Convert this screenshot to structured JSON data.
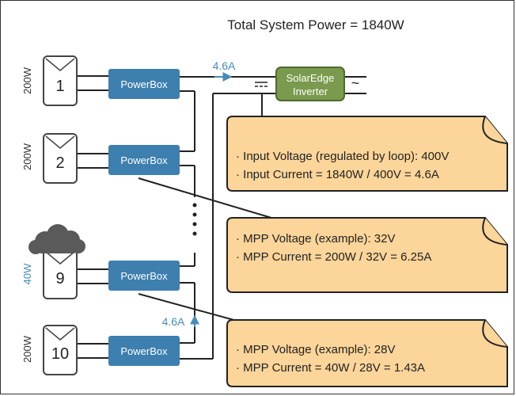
{
  "title": "Total System Power = 1840W",
  "panels": [
    {
      "number": "1",
      "power": "200W",
      "power_color": "#333333",
      "icon": "sun-icon"
    },
    {
      "number": "2",
      "power": "200W",
      "power_color": "#333333",
      "icon": "sun-icon"
    },
    {
      "number": "9",
      "power": "40W",
      "power_color": "#4a8ab8",
      "icon": "cloud-icon"
    },
    {
      "number": "10",
      "power": "200W",
      "power_color": "#333333",
      "icon": "sun-icon"
    }
  ],
  "powerbox_label": "PowerBox",
  "ellipsis": "⋮",
  "inverter": {
    "line1": "SolarEdge",
    "line2": "Inverter",
    "dc_symbol": "⎓",
    "ac_symbol": "~"
  },
  "currents": {
    "top": "4.6A",
    "bottom": "4.6A"
  },
  "notes": [
    {
      "lines": [
        "Input Voltage (regulated by loop): 400V",
        "Input Current = 1840W / 400V = 4.6A"
      ]
    },
    {
      "lines": [
        "MPP Voltage (example): 32V",
        "MPP Current = 200W / 32V = 6.25A"
      ]
    },
    {
      "lines": [
        "MPP Voltage (example): 28V",
        "MPP Current = 40W / 28V = 1.43A"
      ]
    }
  ],
  "colors": {
    "powerbox": "#3d7fae",
    "inverter": "#7a9a4e",
    "note_fill": "#fcd59a",
    "wire": "#222222",
    "arrow": "#4a8ab8"
  }
}
